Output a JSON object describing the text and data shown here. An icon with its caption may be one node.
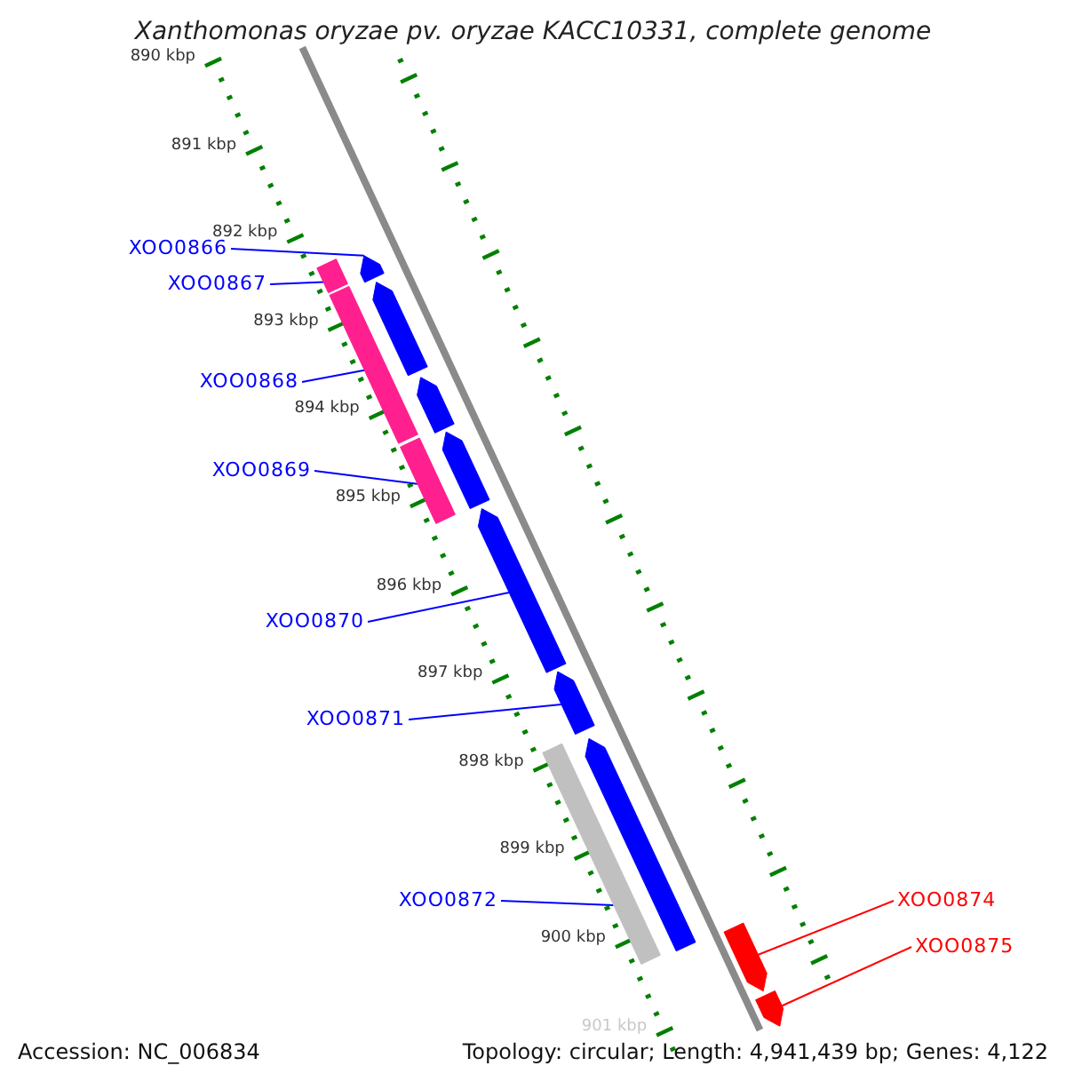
{
  "diagram": {
    "title": "Xanthomonas oryzae pv. oryzae KACC10331, complete genome",
    "nodes": [
      {
        "text": [
          "XOO0866"
        ]
      },
      {
        "text": [
          "XOO0867"
        ]
      },
      {
        "text": [
          "XOO0868"
        ]
      },
      {
        "text": [
          "XOO0869"
        ]
      },
      {
        "text": [
          "XOO0870"
        ]
      },
      {
        "text": [
          "XOO0871"
        ]
      },
      {
        "text": [
          "XOO0872"
        ]
      },
      {
        "text": [
          "XOO0874"
        ]
      },
      {
        "text": [
          "XOO0875"
        ]
      },
      {
        "text": [],
        "shape": "bar"
      },
      {
        "text": [],
        "shape": "bar"
      },
      {
        "text": [],
        "shape": "bar"
      },
      {
        "text": [],
        "shape": "bar"
      },
      {
        "text": [],
        "shape": "bar"
      },
      {
        "text": [],
        "shape": "bar"
      },
      {
        "text": [],
        "shape": "bar"
      },
      {
        "text": [],
        "shape": "bar"
      },
      {
        "text": [],
        "shape": "bar"
      },
      {
        "text": [],
        "shape": "bar"
      },
      {
        "text": [],
        "shape": "bar"
      },
      {
        "text": [],
        "shape": "bar"
      },
      {
        "text": [],
        "shape": "bar"
      }
    ],
    "edges": [
      {
        "from": 0,
        "to": 10,
        "arrow": "none"
      },
      {
        "from": 1,
        "to": 9,
        "arrow": "none"
      },
      {
        "from": 2,
        "to": 12,
        "arrow": "none"
      },
      {
        "from": 3,
        "to": 14,
        "arrow": "none"
      },
      {
        "from": 4,
        "to": 16,
        "arrow": "none"
      },
      {
        "from": 5,
        "to": 17,
        "arrow": "none"
      },
      {
        "from": 6,
        "to": 18,
        "arrow": "none"
      },
      {
        "from": 7,
        "to": 20,
        "arrow": "none",
        "color": "#ff0000"
      },
      {
        "from": 8,
        "to": 21,
        "arrow": "none",
        "color": "#ff0000"
      }
    ],
    "labels": [
      "890 kbp",
      "891 kbp",
      "892 kbp",
      "893 kbp",
      "894 kbp",
      "895 kbp",
      "896 kbp",
      "897 kbp",
      "898 kbp",
      "899 kbp",
      "900 kbp",
      "901 kbp",
      "Accession: NC_006834",
      "Topology: circular; Length: 4,941,439 bp; Genes: 4,122"
    ]
  }
}
